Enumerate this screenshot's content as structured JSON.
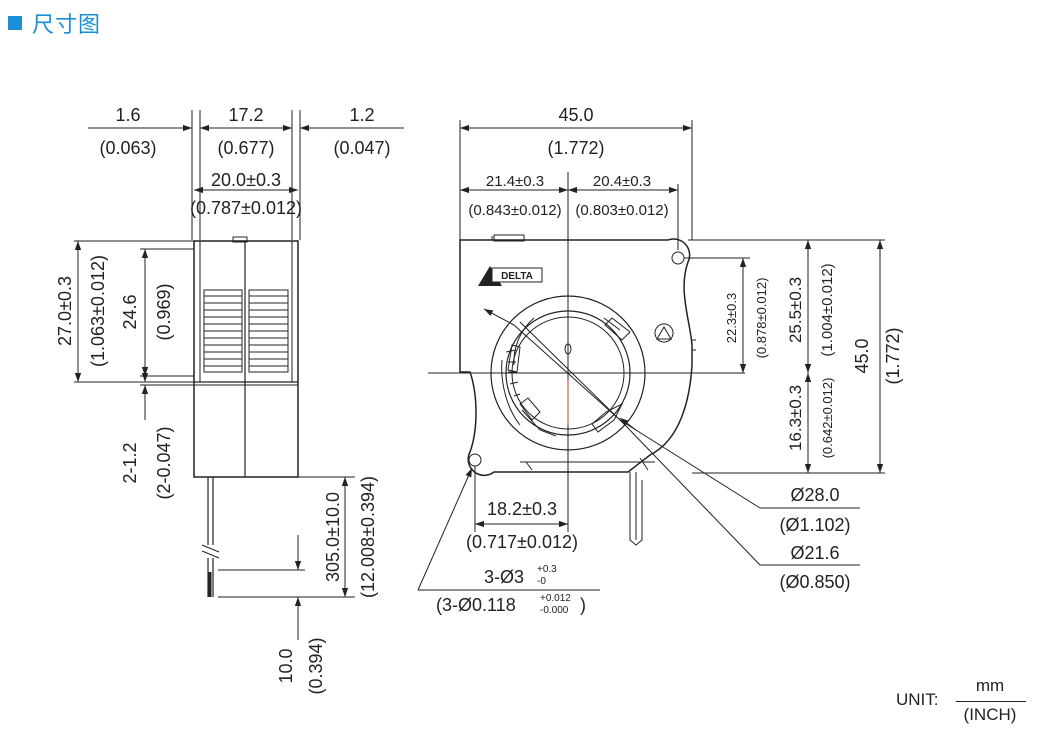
{
  "page": {
    "title": "尺寸图",
    "accent_color": "#1a8fd6",
    "icon": "square-bullet-icon"
  },
  "unit": {
    "label": "UNIT:",
    "numerator": "mm",
    "denominator": "(INCH)"
  },
  "side_view": {
    "dim_1_6": "1.6",
    "dim_1_6_in": "(0.063)",
    "dim_17_2": "17.2",
    "dim_17_2_in": "(0.677)",
    "dim_1_2": "1.2",
    "dim_1_2_in": "(0.047)",
    "dim_20": "20.0±0.3",
    "dim_20_in": "(0.787±0.012)",
    "dim_27": "27.0±0.3",
    "dim_27_in": "(1.063±0.012)",
    "dim_24_6": "24.6",
    "dim_24_6_in": "(0.969)",
    "dim_2_1_2": "2-1.2",
    "dim_2_1_2_in": "(2-0.047)",
    "dim_305": "305.0±10.0",
    "dim_305_in": "(12.008±0.394)",
    "dim_10": "10.0",
    "dim_10_in": "(0.394)"
  },
  "front_view": {
    "dim_45_w": "45.0",
    "dim_45_w_in": "(1.772)",
    "dim_21_4": "21.4±0.3",
    "dim_21_4_in": "(0.843±0.012)",
    "dim_20_4": "20.4±0.3",
    "dim_20_4_in": "(0.803±0.012)",
    "dim_22_3": "22.3±0.3",
    "dim_22_3_in": "(0.878±0.012)",
    "dim_25_5": "25.5±0.3",
    "dim_25_5_in": "(1.004±0.012)",
    "dim_45_h": "45.0",
    "dim_45_h_in": "(1.772)",
    "dim_16_3": "16.3±0.3",
    "dim_16_3_in": "(0.642±0.012)",
    "dim_18_2": "18.2±0.3",
    "dim_18_2_in": "(0.717±0.012)",
    "dim_d28": "Ø28.0",
    "dim_d28_in": "(Ø1.102)",
    "dim_d21_6": "Ø21.6",
    "dim_d21_6_in": "(Ø0.850)",
    "hole_main": "3-Ø3",
    "hole_tol_up": "+0.3",
    "hole_tol_down": "-0",
    "hole_main_in": "(3-Ø0.118",
    "hole_tol_up_in": "+0.012",
    "hole_tol_down_in": "-0.000",
    "hole_close": ")",
    "logo_text": "DELTA"
  }
}
